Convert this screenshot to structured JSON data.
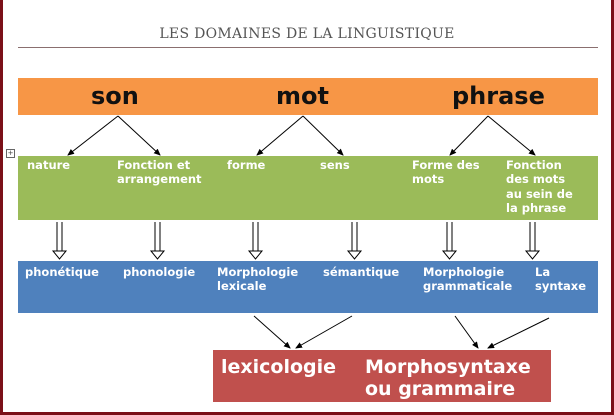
{
  "title": "LES DOMAINES DE LA LINGUISTIQUE",
  "top_row": [
    "son",
    "mot",
    "phrase"
  ],
  "middle_row": [
    "nature",
    "Fonction et\narrangement",
    "forme",
    "sens",
    "Forme des\nmots",
    "Fonction\ndes mots\nau sein de\nla phrase"
  ],
  "domain_row": [
    "phonétique",
    "phonologie",
    "Morphologie\nlexicale",
    "sémantique",
    "Morphologie\ngrammaticale",
    "La\nsyntaxe"
  ],
  "result_row": [
    "lexicologie",
    "Morphosyntaxe\nou grammaire"
  ],
  "colors": {
    "frame": "#7b1018",
    "top_band": "#f79646",
    "middle_band": "#9bbb59",
    "domain_band": "#4f81bd",
    "result_band": "#c0504d"
  }
}
